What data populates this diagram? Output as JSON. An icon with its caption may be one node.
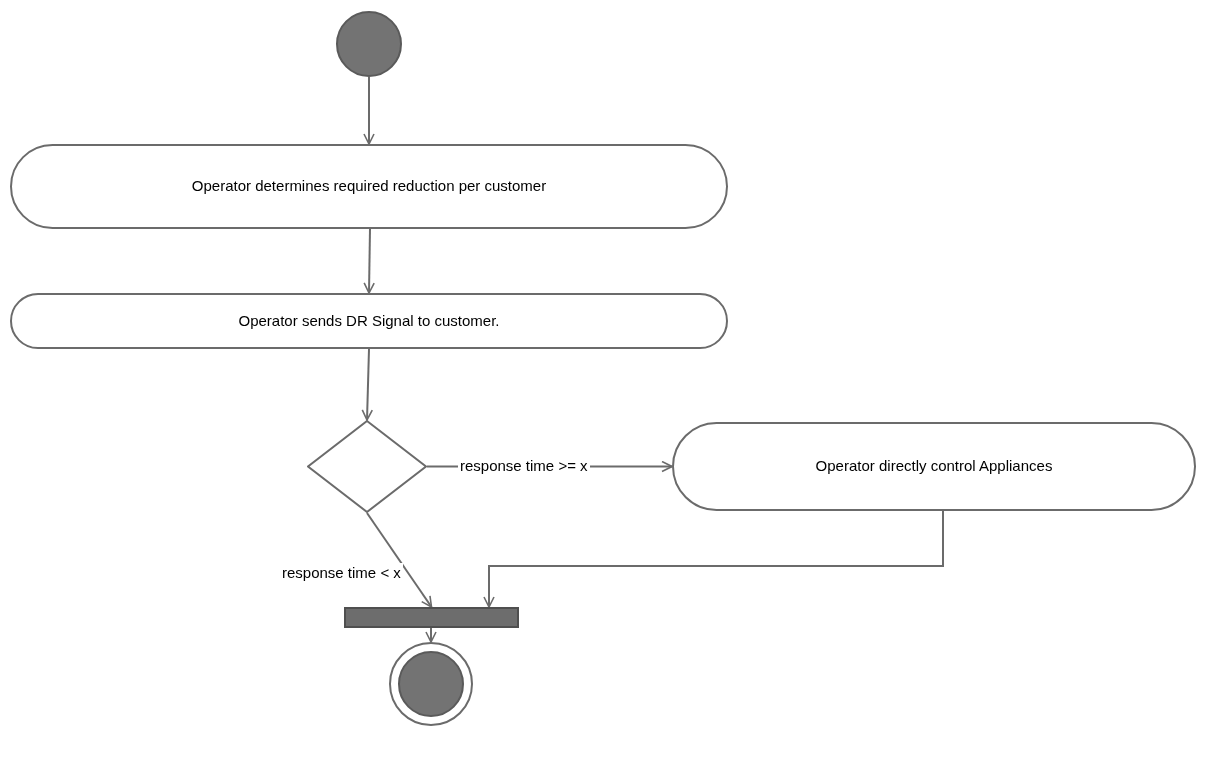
{
  "diagram": {
    "nodes": [
      {
        "text": [],
        "shape": "circle"
      },
      {
        "text": [
          "Operator determines required reduction per customer"
        ]
      },
      {
        "text": [
          "Operator sends DR Signal to customer."
        ]
      },
      {
        "text": [],
        "shape": "diamond"
      },
      {
        "text": [
          "Operator directly control Appliances"
        ]
      },
      {
        "text": [],
        "shape": "bar"
      },
      {
        "text": [],
        "shape": "circle"
      }
    ],
    "edges": [
      {
        "from": 0,
        "to": 1,
        "arrow": "to"
      },
      {
        "from": 1,
        "to": 2,
        "arrow": "to"
      },
      {
        "from": 2,
        "to": 3,
        "arrow": "to"
      },
      {
        "from": 3,
        "to": 4,
        "arrow": "to",
        "label": "response time >= x"
      },
      {
        "from": 3,
        "to": 5,
        "arrow": "to",
        "label": "response time < x"
      },
      {
        "from": 4,
        "to": 5,
        "arrow": "to"
      },
      {
        "from": 5,
        "to": 6,
        "arrow": "to"
      }
    ]
  }
}
